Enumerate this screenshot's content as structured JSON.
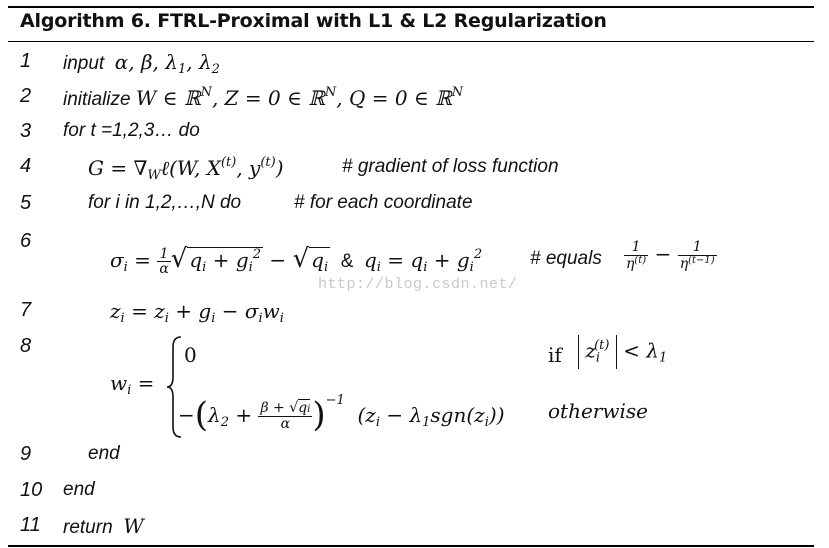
{
  "title": "Algorithm 6. FTRL-Proximal with L1 & L2 Regularization",
  "watermark": "http://blog.csdn.net/",
  "lines": [
    {
      "num": "1",
      "kw": "input",
      "math": "α,  β,  λ",
      "sub1": "1",
      "math2": ",  λ",
      "sub2": "2"
    },
    {
      "num": "2",
      "kw": "initialize",
      "math": "W ∈ ℝ",
      "sup1": "N",
      "math2": ",  Z = 0 ∈ ℝ",
      "sup2": "N",
      "math3": ",  Q = 0 ∈ ℝ",
      "sup3": "N"
    },
    {
      "num": "3",
      "text": "for t =1,2,3… do"
    },
    {
      "num": "4",
      "lhs": "G = ∇",
      "sub": "W",
      "rhs": "ℓ(W, X",
      "sup1": "(t)",
      "rhs2": ", y",
      "sup2": "(t)",
      "rhs3": ")",
      "comment": "# gradient of loss function"
    },
    {
      "num": "5",
      "text": "for i in 1,2,…,N do",
      "comment": "# for each coordinate"
    },
    {
      "num": "6",
      "sigma": "σ",
      "sub": "i",
      "eq": " = ",
      "frac_n": "1",
      "frac_d": "α",
      "sq1": "q",
      "sq1_sub": "i",
      "sq1_plus": " + g",
      "sq1_sub2": "i",
      "sq1_sup2": "2",
      "minus": " − ",
      "sq2": "q",
      "sq2_sub": "i",
      "amp": "&",
      "q": "q",
      "q_sub": "i",
      "q_eq": " = q",
      "q_sub2": "i",
      "q_plus": " + g",
      "q_sub3": "i",
      "q_sup3": "2",
      "comment": "# equals",
      "eta_n": "1",
      "eta_d": "η",
      "eta_sup": "(t)",
      "eta_minus": " − ",
      "eta2_n": "1",
      "eta2_d": "η",
      "eta2_sup": "(t−1)"
    },
    {
      "num": "7",
      "z": "z",
      "z_sub": "i",
      "z_eq": " = z",
      "z_sub2": "i",
      "z_plus": " + g",
      "z_sub3": "i",
      "z_minus": " − σ",
      "z_sub4": "i",
      "z_w": "w",
      "z_sub5": "i"
    },
    {
      "num": "8",
      "w": "w",
      "w_sub": "i",
      "w_eq": " = ",
      "case1_val": "0",
      "case1_if": "if",
      "case1_z": "z",
      "case1_zsub": "i",
      "case1_zsup": "(t)",
      "case1_lt": " < λ",
      "case1_lsub": "1",
      "case2_minus": "−",
      "case2_l": "λ",
      "case2_lsub": "2",
      "case2_plus": " + ",
      "case2_fn": "β + ",
      "case2_q": "q",
      "case2_qsub": "i",
      "case2_fd": "α",
      "case2_exp": "−1",
      "case2_rest": "(z",
      "case2_rsub": "i",
      "case2_rest2": " − λ",
      "case2_rsub2": "1",
      "case2_sgn": "sgn(z",
      "case2_rsub3": "i",
      "case2_close": "))",
      "case2_other": "otherwise"
    },
    {
      "num": "9",
      "text": "end"
    },
    {
      "num": "10",
      "text": "end"
    },
    {
      "num": "11",
      "kw": "return",
      "math": "W"
    }
  ]
}
